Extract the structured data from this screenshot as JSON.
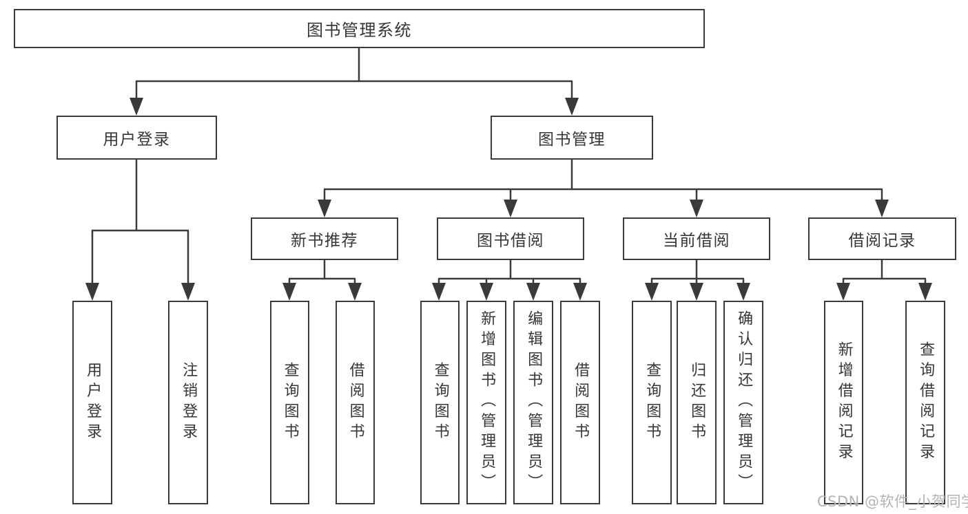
{
  "diagram": {
    "root": {
      "label": "图书管理系统"
    },
    "branches": [
      {
        "label": "用户登录",
        "children": [
          {
            "label": "用户登录"
          },
          {
            "label": "注销登录"
          }
        ]
      },
      {
        "label": "图书管理",
        "children": [
          {
            "label": "新书推荐",
            "children": [
              {
                "label": "查询图书"
              },
              {
                "label": "借阅图书"
              }
            ]
          },
          {
            "label": "图书借阅",
            "children": [
              {
                "label": "查询图书"
              },
              {
                "label": "新增图书（管理员）"
              },
              {
                "label": "编辑图书（管理员）"
              },
              {
                "label": "借阅图书"
              }
            ]
          },
          {
            "label": "当前借阅",
            "children": [
              {
                "label": "查询图书"
              },
              {
                "label": "归还图书"
              },
              {
                "label": "确认归还（管理员）"
              }
            ]
          },
          {
            "label": "借阅记录",
            "children": [
              {
                "label": "新增借阅记录"
              },
              {
                "label": "查询借阅记录"
              }
            ]
          }
        ]
      }
    ]
  },
  "watermark": {
    "text": "CSDN @软件_小贺同学"
  },
  "colors": {
    "line": "#3a3a3a",
    "text": "#363636",
    "background": "#ffffff",
    "watermark": "#b3b3b3"
  }
}
